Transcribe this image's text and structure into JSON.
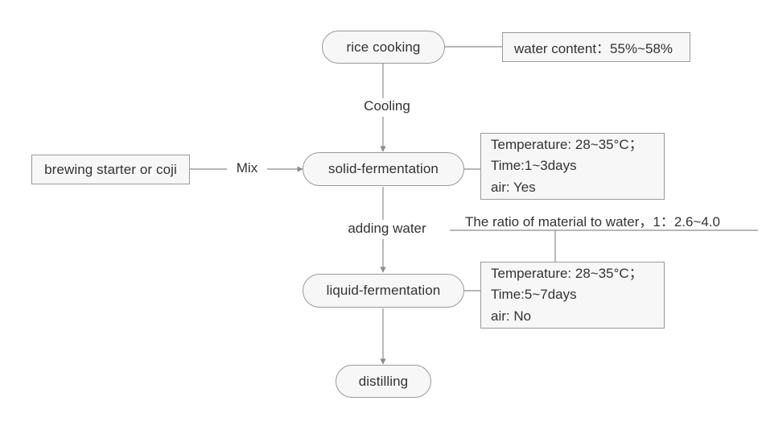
{
  "diagram": {
    "title": "Rice wine brewing process flow",
    "colors": {
      "node_fill": "#f7f7f7",
      "node_border": "#9a9a9a",
      "edge": "#8c8c8c",
      "text": "#333333",
      "background": "#ffffff"
    }
  },
  "nodes": {
    "rice_cooking": {
      "label": "rice cooking"
    },
    "solid_fermentation": {
      "label": "solid-fermentation"
    },
    "liquid_fermentation": {
      "label": "liquid-fermentation"
    },
    "distilling": {
      "label": "distilling"
    },
    "brewing_starter": {
      "label": "brewing starter or coji"
    }
  },
  "annotations": {
    "water_content": {
      "text": "water content：55%~58%"
    },
    "solid_conditions": {
      "line1": "Temperature: 28~35°C；",
      "line2": "Time:1~3days",
      "line3": "air: Yes"
    },
    "liquid_conditions": {
      "line1": "Temperature: 28~35°C；",
      "line2": "Time:5~7days",
      "line3": "air: No"
    },
    "ratio": {
      "text": "The ratio of material to water，1：2.6~4.0"
    }
  },
  "edge_labels": {
    "cooling": "Cooling",
    "mix": "Mix",
    "adding_water": "adding water"
  }
}
